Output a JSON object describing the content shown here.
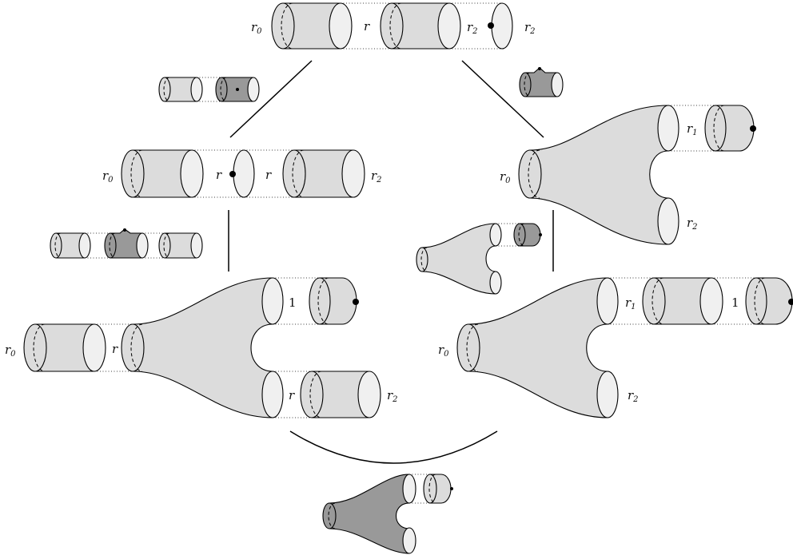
{
  "colors": {
    "light_fill": "#dcdcdc",
    "dark_fill": "#999999",
    "end_fill": "#f0f0f0",
    "stroke": "#000000"
  },
  "labels": {
    "top": {
      "r0": "r",
      "r0_sub": "0",
      "r": "r",
      "r2a": "r",
      "r2a_sub": "2",
      "r2b": "r",
      "r2b_sub": "2"
    },
    "left": {
      "r0": "r",
      "r0_sub": "0",
      "ra": "r",
      "rb": "r",
      "r2": "r",
      "r2_sub": "2"
    },
    "right": {
      "r0": "r",
      "r0_sub": "0",
      "r1": "r",
      "r1_sub": "1",
      "r2": "r",
      "r2_sub": "2"
    },
    "bottom_left": {
      "r0": "r",
      "r0_sub": "0",
      "r": "r",
      "one": "1",
      "rlow": "r",
      "r2": "r",
      "r2_sub": "2"
    },
    "bottom_right": {
      "r0": "r",
      "r0_sub": "0",
      "r1": "r",
      "r1_sub": "1",
      "one": "1",
      "r2": "r",
      "r2_sub": "2"
    }
  }
}
